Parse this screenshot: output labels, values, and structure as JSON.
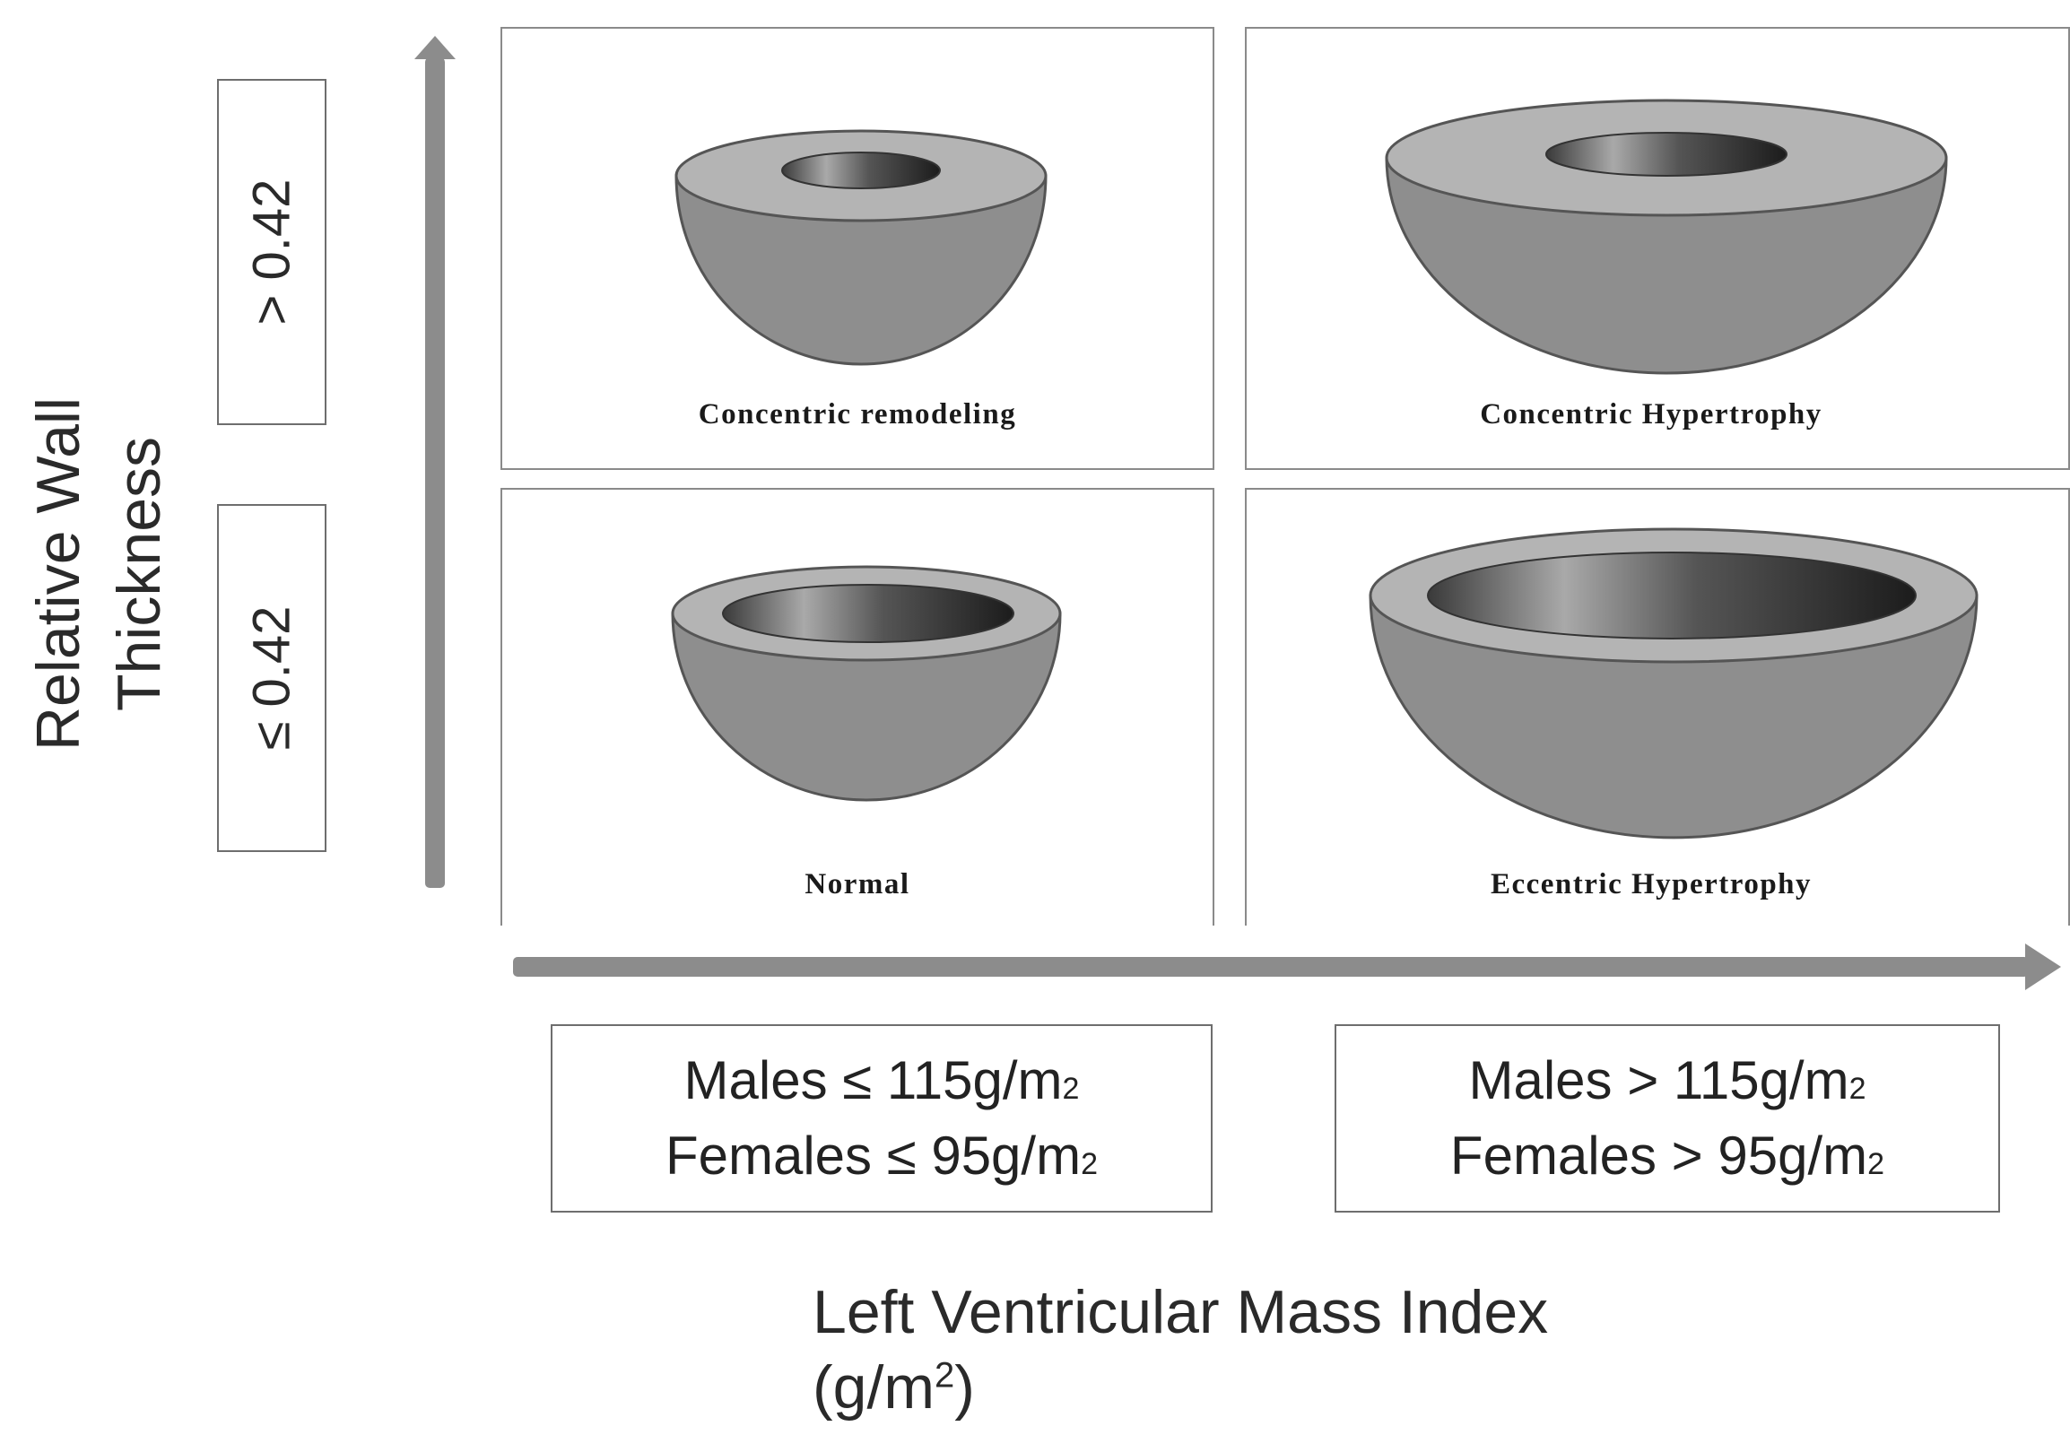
{
  "y_axis": {
    "title_line1": "Relative Wall",
    "title_line2": "Thickness",
    "upper_threshold": "> 0.42",
    "lower_threshold": "≤ 0.42"
  },
  "x_axis": {
    "title_line1": "Left Ventricular Mass Index",
    "title_line2_prefix": "(g/m",
    "title_line2_sup": "2",
    "title_line2_suffix": ")",
    "low_box": {
      "line1_prefix": "Males ≤ 115g/m",
      "line2_prefix": "Females ≤ 95g/m",
      "sup": "2"
    },
    "high_box": {
      "line1_prefix": "Males > 115g/m",
      "line2_prefix": "Females > 95g/m",
      "sup": "2"
    }
  },
  "panels": {
    "concentric_remodeling": "Concentric remodeling",
    "concentric_hypertrophy": "Concentric Hypertrophy",
    "normal": "Normal",
    "eccentric_hypertrophy": "Eccentric Hypertrophy"
  },
  "colors": {
    "bowl_body": "#8e8e8e",
    "bowl_rim": "#b4b4b4",
    "arrow": "#8c8c8c",
    "border": "#8a8a8a"
  }
}
